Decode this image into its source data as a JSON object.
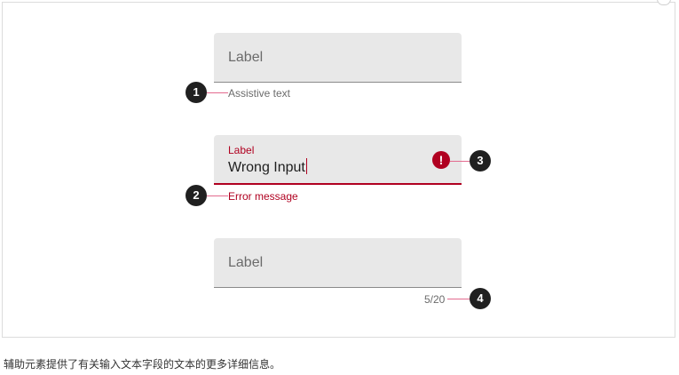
{
  "fields": [
    {
      "label": "Label",
      "helper": "Assistive text"
    },
    {
      "label": "Label",
      "value": "Wrong Input",
      "error": "Error message",
      "error_icon": "!"
    },
    {
      "label": "Label",
      "counter": "5/20"
    }
  ],
  "markers": [
    "1",
    "2",
    "3",
    "4"
  ],
  "caption": "辅助元素提供了有关输入文本字段的文本的更多详细信息。",
  "colors": {
    "error": "#b00020",
    "field_bg": "#e8e8e8",
    "marker": "#202020",
    "leader": "#e36b8f"
  }
}
